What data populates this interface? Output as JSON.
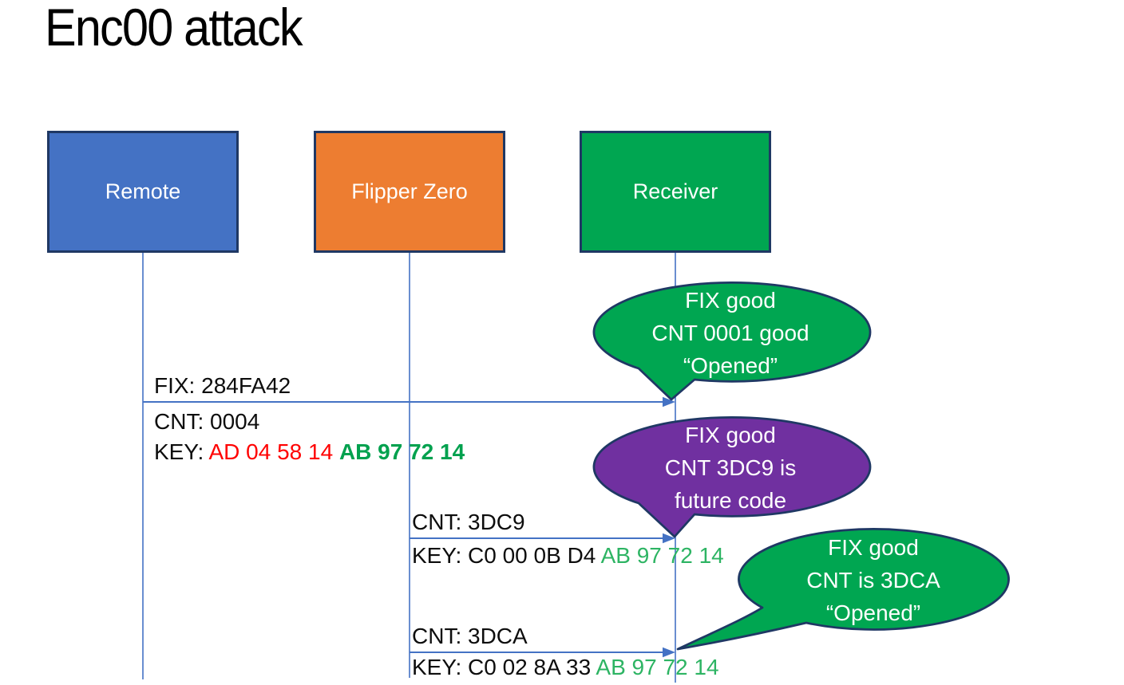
{
  "slide": {
    "title": "Enc00 attack"
  },
  "actors": [
    {
      "label": "Remote"
    },
    {
      "label": "Flipper Zero"
    },
    {
      "label": "Receiver"
    }
  ],
  "messages": [
    {
      "line1": "FIX: 284FA42",
      "line2": "CNT: 0004",
      "key_label": "KEY: ",
      "key_red": "AD 04 58 14 ",
      "key_green": "AB 97 72 14"
    },
    {
      "line1": "CNT: 3DC9",
      "key_label": "KEY: C0 00 0B D4 ",
      "key_green": "AB 97 72 14"
    },
    {
      "line1": "CNT: 3DCA",
      "key_label": "KEY: C0 02 8A 33 ",
      "key_green": "AB 97 72 14"
    }
  ],
  "callouts": [
    {
      "color": "#00A651",
      "lines": [
        "FIX good",
        "CNT 0001 good",
        "“Opened”"
      ]
    },
    {
      "color": "#7030A0",
      "lines": [
        "FIX good",
        "CNT 3DC9 is",
        "future code"
      ]
    },
    {
      "color": "#00A651",
      "lines": [
        "FIX good",
        "CNT is 3DCA",
        "“Opened”"
      ]
    }
  ],
  "colors": {
    "remote_box": "#4472C4",
    "flipper_box": "#ED7D31",
    "receiver_box": "#00A651",
    "callout_green": "#00A651",
    "callout_purple": "#7030A0",
    "shape_border": "#1F3864",
    "connector_blue": "#4472C4",
    "key_red": "#FF0000",
    "key_green_bold": "#00A14E",
    "key_green": "#2DB463",
    "text_black": "#0D0D0D",
    "label_white": "#FFFFFF"
  }
}
